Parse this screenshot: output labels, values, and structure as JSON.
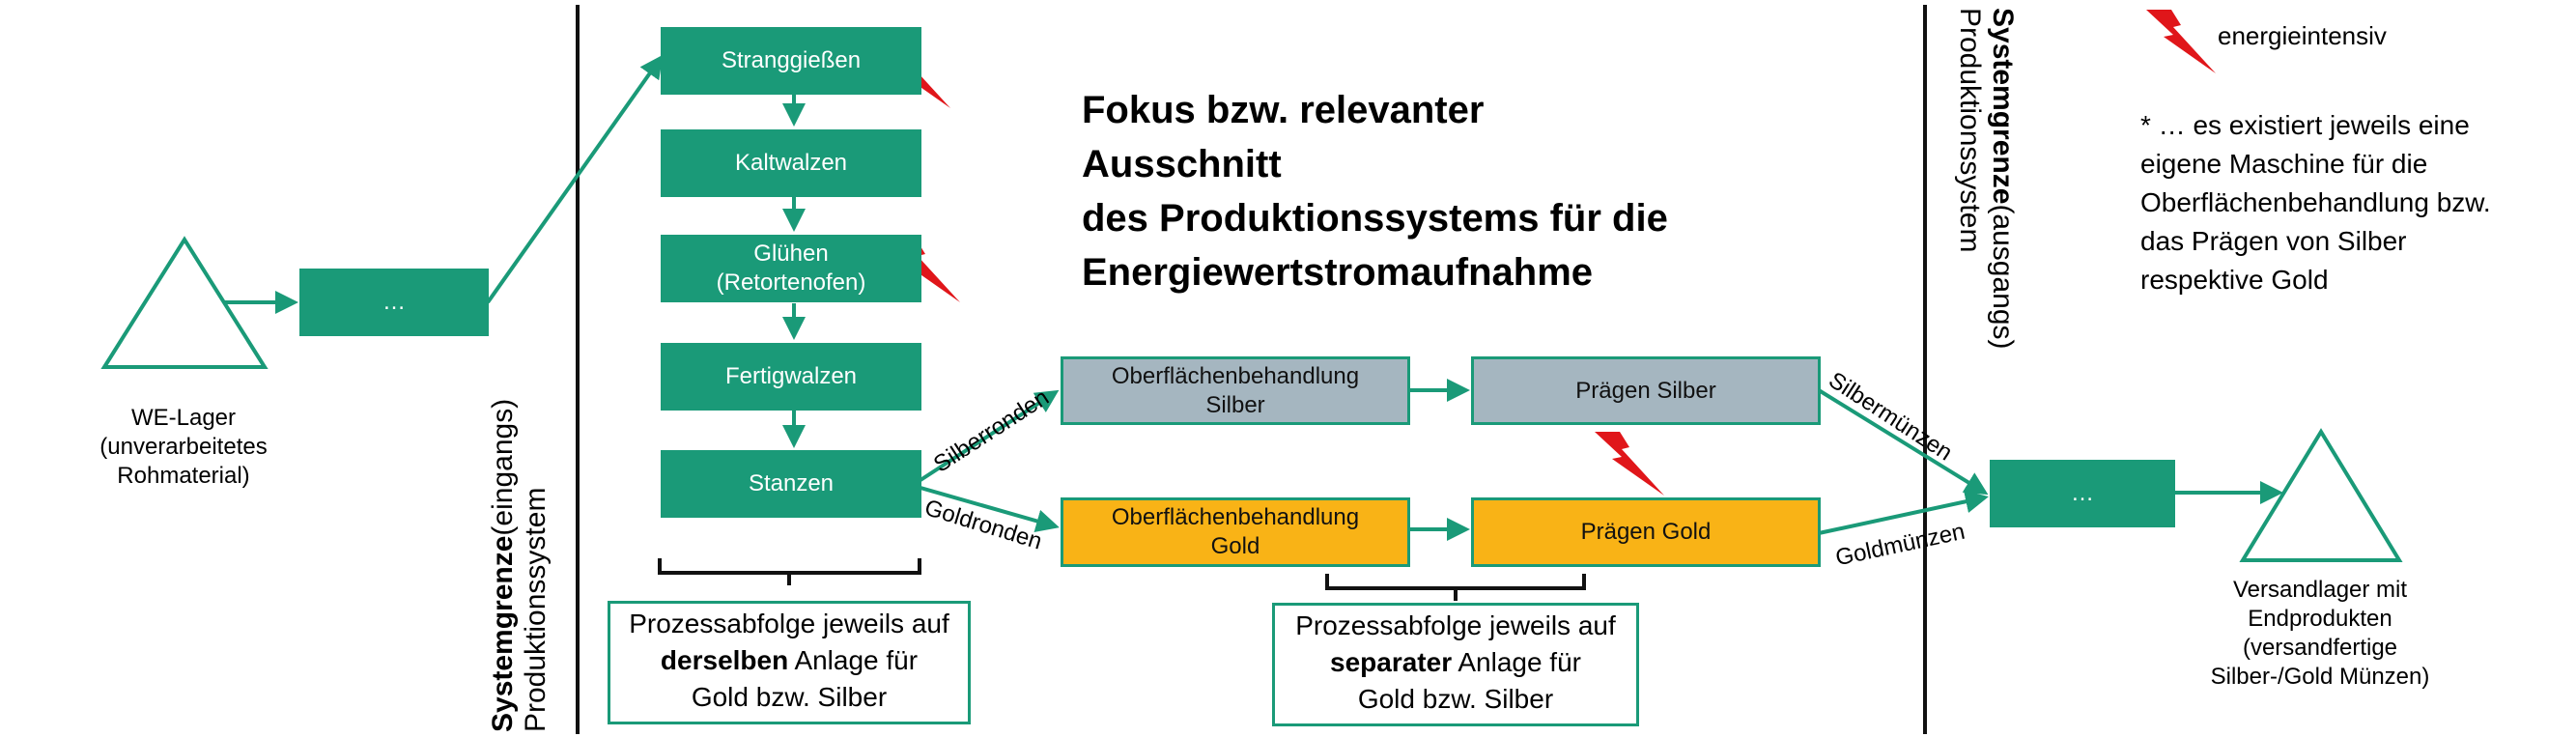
{
  "title": [
    "Fokus bzw. relevanter Ausschnitt",
    "des Produktionssystems für die",
    "Energiewertstromaufnahme"
  ],
  "legend": {
    "label": "energieintensiv",
    "icon": "lightning-icon",
    "icon_color": "#e0161a"
  },
  "footnote": [
    "* … es existiert jeweils eine",
    "eigene Maschine für die",
    "Oberflächenbehandlung bzw.",
    "das Prägen von Silber",
    "respektive Gold"
  ],
  "system_boundary_in": {
    "bold": "Systemgrenze",
    "normal": "(eingangs)",
    "line2": "Produktionssystem"
  },
  "system_boundary_out": {
    "bold": "Systemgrenze",
    "normal": "(ausgangs)",
    "line2": "Produktionssystem"
  },
  "inventory_start": {
    "label": [
      "WE-Lager",
      "(unverarbeitetes",
      "Rohmaterial)"
    ]
  },
  "inventory_end": {
    "label": [
      "Versandlager mit",
      "Endprodukten",
      "(versandfertige",
      "Silber-/Gold Münzen)"
    ]
  },
  "ellipsis_box_left": "…",
  "ellipsis_box_right": "…",
  "processes": {
    "stranggiessen": "Stranggießen",
    "kaltwalzen": "Kaltwalzen",
    "gluehen": [
      "Glühen",
      "(Retortenofen)"
    ],
    "fertigwalzen": "Fertigwalzen",
    "stanzen": "Stanzen",
    "ober_silber": [
      "Oberflächenbehandlung",
      "Silber"
    ],
    "praegen_silber": "Prägen Silber",
    "ober_gold": [
      "Oberflächenbehandlung",
      "Gold"
    ],
    "praegen_gold": "Prägen Gold"
  },
  "edge_labels": {
    "silberronden": "Silberronden",
    "goldronden": "Goldronden",
    "silbermuenzen": "Silbermünzen",
    "goldmuenzen": "Goldmünzen"
  },
  "note_same": {
    "line1": "Prozessabfolge jeweils auf",
    "bold": "derselben",
    "rest": " Anlage für",
    "line3": "Gold bzw. Silber"
  },
  "note_separate": {
    "line1": "Prozessabfolge jeweils auf",
    "bold": "separater",
    "rest": " Anlage für",
    "line3": "Gold bzw. Silber"
  },
  "colors": {
    "process_green": "#1a9a78",
    "silver": "#a5b6c0",
    "gold": "#f9b316",
    "lightning": "#e0161a"
  }
}
